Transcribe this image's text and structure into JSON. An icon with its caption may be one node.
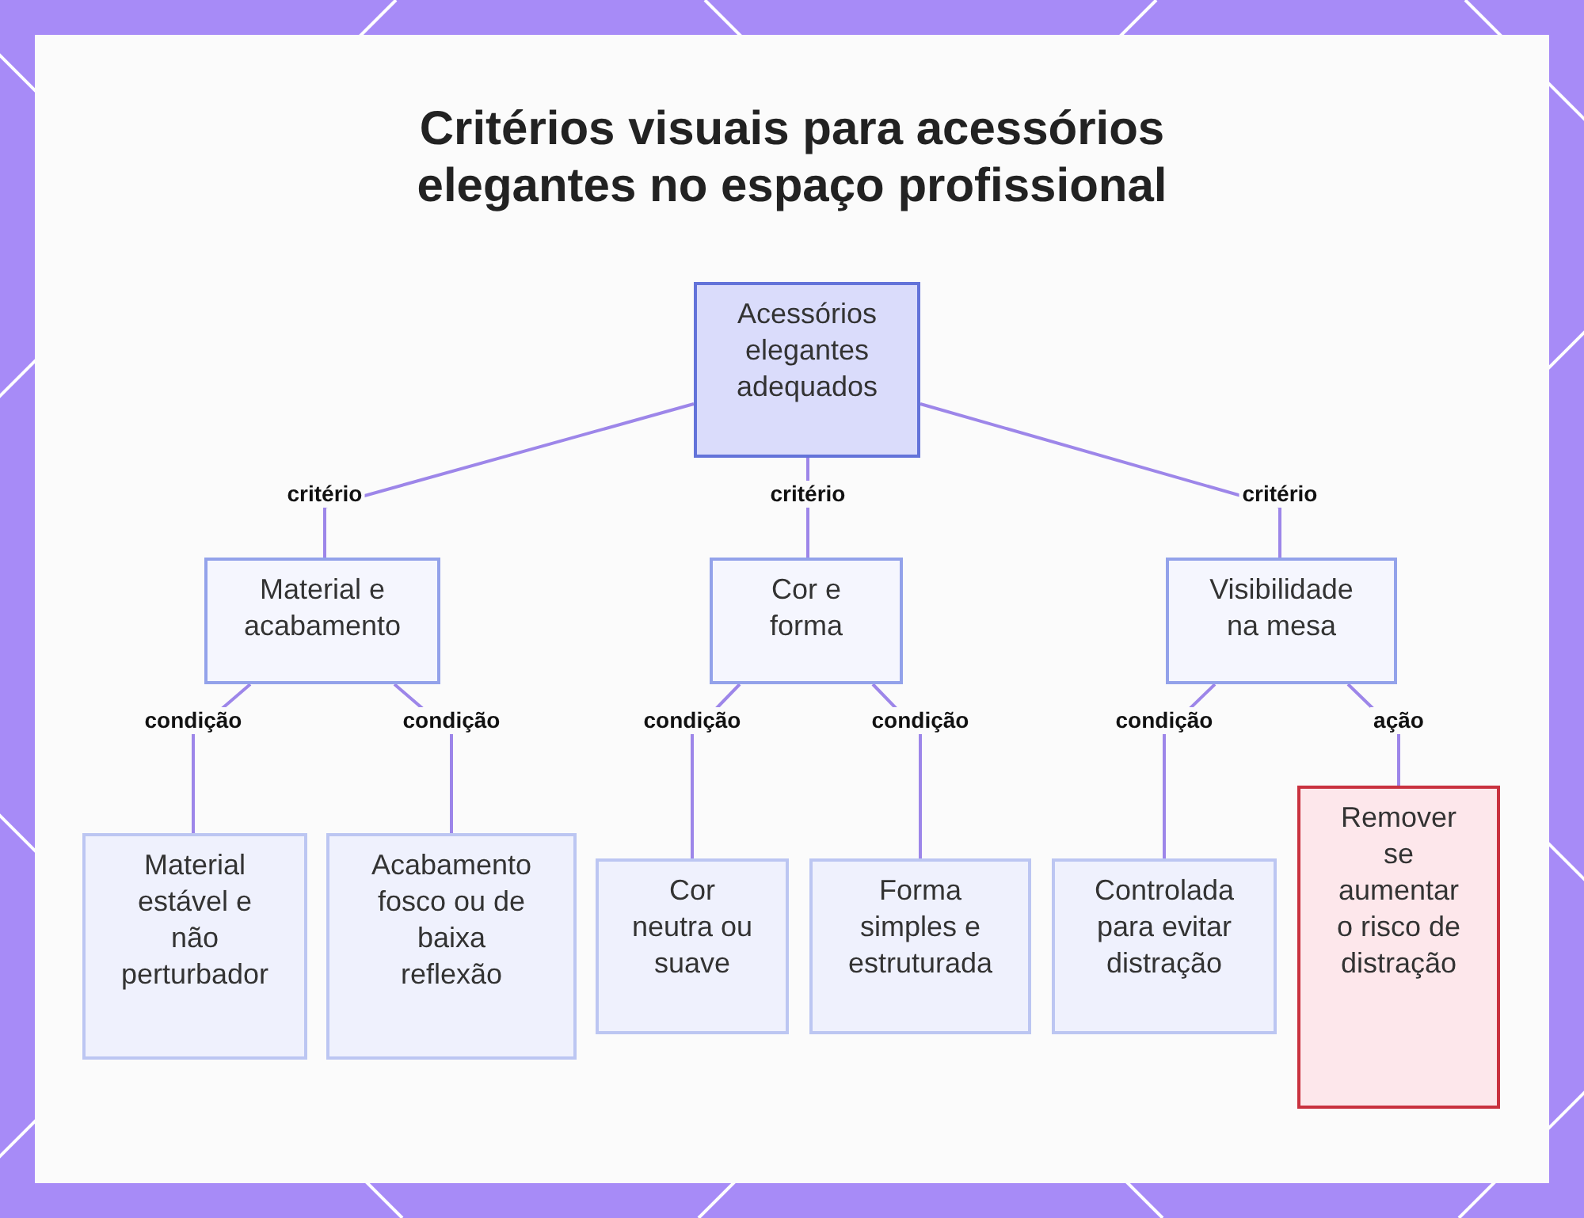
{
  "diagram": {
    "title": "Critérios visuais para acessórios elegantes no espaço profissional",
    "nodes": [
      {
        "text": [
          "Acessórios elegantes adequados"
        ]
      },
      {
        "text": [
          "Material e acabamento"
        ]
      },
      {
        "text": [
          "Cor e forma"
        ]
      },
      {
        "text": [
          "Visibilidade na mesa"
        ]
      },
      {
        "text": [
          "Material estável e não perturbador"
        ]
      },
      {
        "text": [
          "Acabamento fosco ou de baixa reflexão"
        ]
      },
      {
        "text": [
          "Cor neutra ou suave"
        ]
      },
      {
        "text": [
          "Forma simples e estruturada"
        ]
      },
      {
        "text": [
          "Controlada para evitar distração"
        ]
      },
      {
        "text": [
          "Remover se aumentar o risco de distração"
        ]
      }
    ],
    "edges": [
      {
        "from": 0,
        "to": 1,
        "arrow": "none",
        "label": "critério"
      },
      {
        "from": 0,
        "to": 2,
        "arrow": "none",
        "label": "critério"
      },
      {
        "from": 0,
        "to": 3,
        "arrow": "none",
        "label": "critério"
      },
      {
        "from": 1,
        "to": 4,
        "arrow": "none",
        "label": "condição"
      },
      {
        "from": 1,
        "to": 5,
        "arrow": "none",
        "label": "condição"
      },
      {
        "from": 2,
        "to": 6,
        "arrow": "none",
        "label": "condição"
      },
      {
        "from": 2,
        "to": 7,
        "arrow": "none",
        "label": "condição"
      },
      {
        "from": 3,
        "to": 8,
        "arrow": "none",
        "label": "condição"
      },
      {
        "from": 3,
        "to": 9,
        "arrow": "none",
        "label": "ação"
      }
    ]
  }
}
